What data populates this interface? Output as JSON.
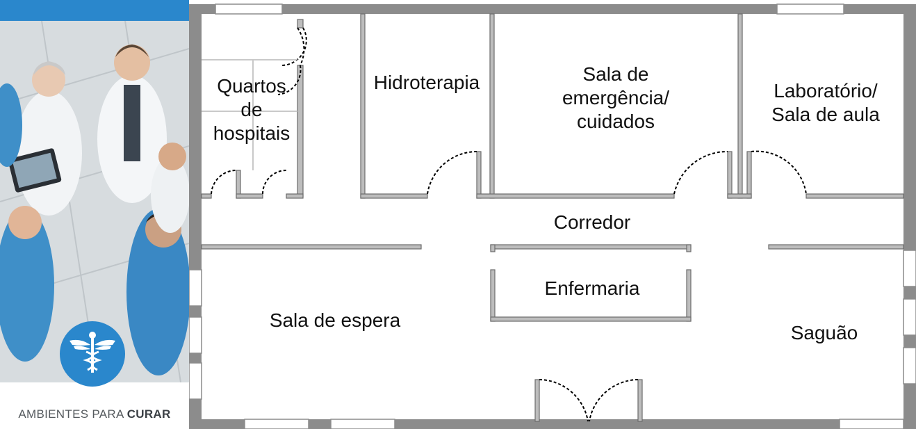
{
  "brand": {
    "prefix": "AMBIENTES PARA",
    "emphasis": "CURAR",
    "accent_color": "#2a87cc"
  },
  "logo": {
    "icon": "caduceus-icon"
  },
  "photo": {
    "subject": "medical-team-photo"
  },
  "rooms": {
    "quartos": "Quartos\nde\nhospitais",
    "hidroterapia": "Hidroterapia",
    "emergencia": "Sala de\nemergência/\ncuidados",
    "laboratorio": "Laboratório/\nSala de aula",
    "corredor": "Corredor",
    "enfermaria": "Enfermaria",
    "espera": "Sala de espera",
    "saguao": "Saguão"
  }
}
